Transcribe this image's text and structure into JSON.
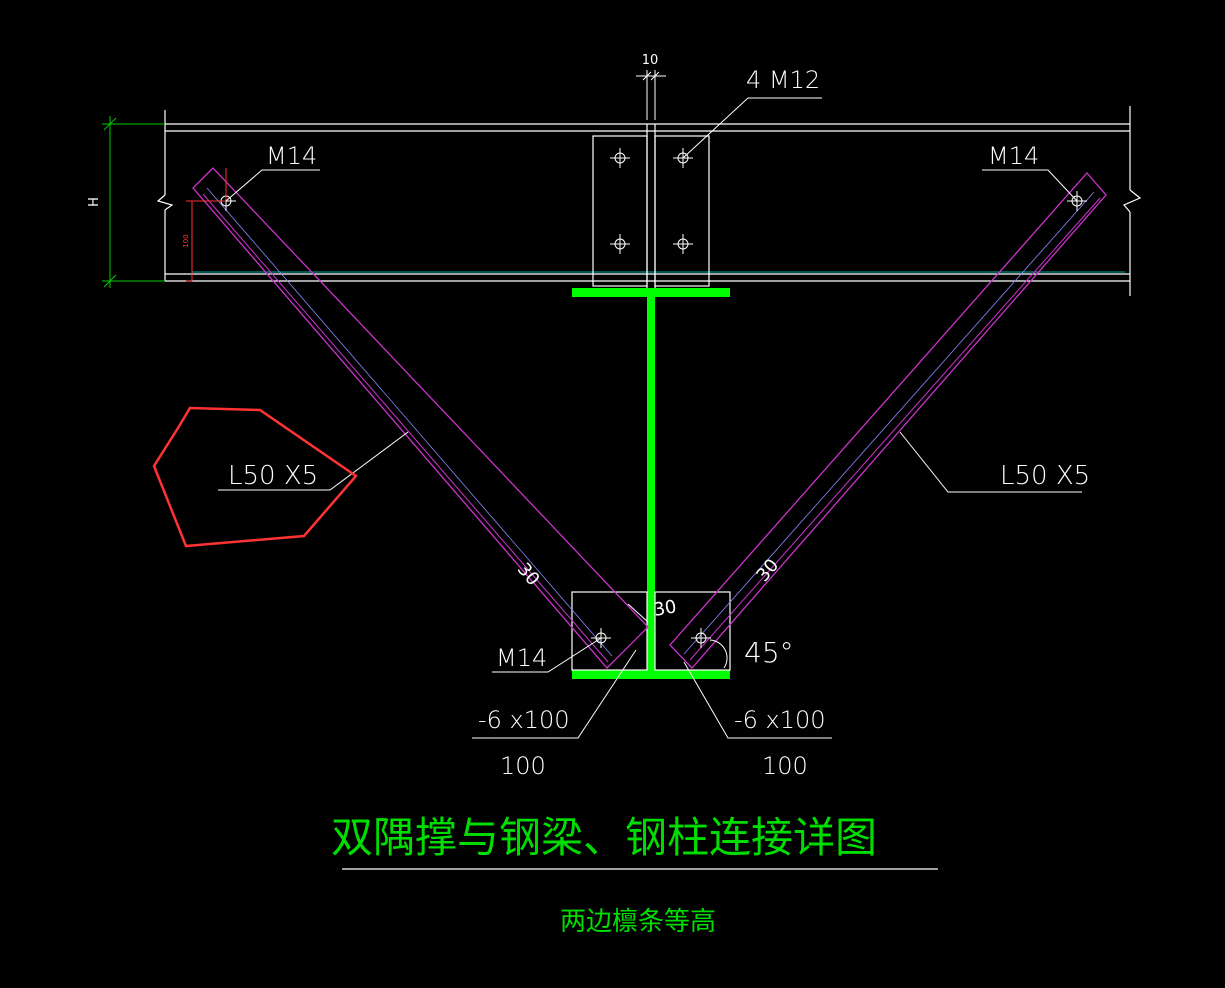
{
  "title": "双隅撑与钢梁、钢柱连接详图",
  "subtitle": "两边檩条等高",
  "labels": {
    "beam_height": "H",
    "small_dim": "100",
    "gap_dim": "10",
    "bolts_top": "4 M12",
    "bolt_left_top": "M14",
    "bolt_right_top": "M14",
    "angle_left": "L50 X5",
    "angle_right": "L50 X5",
    "edge_left": "30",
    "edge_right": "30",
    "edge_center": "30",
    "bolt_bottom": "M14",
    "angle_deg": "45°",
    "plate_left_size": "-6 x100",
    "plate_left_len": "100",
    "plate_right_size": "-6 x100",
    "plate_right_len": "100"
  },
  "colors": {
    "background": "#000000",
    "outline": "#ffffff",
    "member": "#cc33cc",
    "member_edge": "#8888ff",
    "column": "#00ff00",
    "dimension": "#00cc00",
    "dimension_red": "#ff3333",
    "revision_cloud": "#ff3333",
    "title": "#00dd00",
    "cyan_line": "#00aaaa"
  },
  "icons": {
    "bolt": "bolt-crosshair-icon",
    "break": "break-line-icon"
  }
}
